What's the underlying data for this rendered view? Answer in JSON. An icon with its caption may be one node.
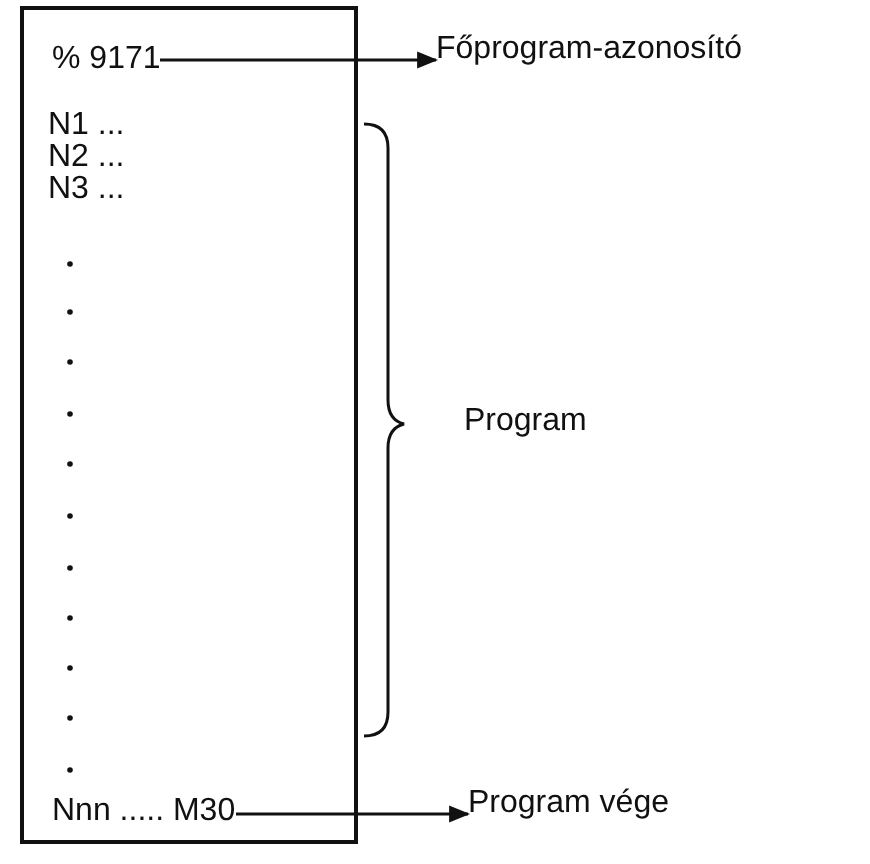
{
  "diagram": {
    "nodes": [
      {
        "text": [],
        "shape": "box"
      },
      {
        "text": [
          "% 9171"
        ],
        "in": 0
      },
      {
        "text": [
          "Nnn ..... M30"
        ],
        "in": 0
      },
      {
        "text": [
          "Főprogram-azonosító"
        ]
      },
      {
        "text": [
          "Program vége"
        ]
      }
    ],
    "edges": [
      {
        "from": 1,
        "to": 3,
        "arrow": "to"
      },
      {
        "from": 2,
        "to": 4,
        "arrow": "to"
      }
    ],
    "labels": [
      "N1 ...",
      "N2 ...",
      "N3 ...",
      "Program"
    ]
  }
}
